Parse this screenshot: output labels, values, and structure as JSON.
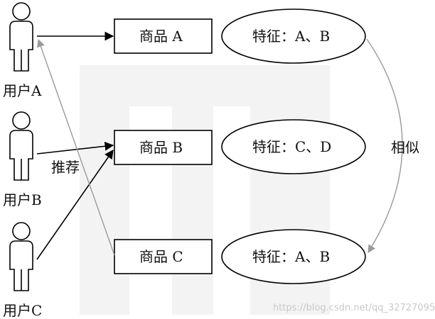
{
  "users": [
    {
      "label": "用户A"
    },
    {
      "label": "用户B"
    },
    {
      "label": "用户C"
    }
  ],
  "products": [
    {
      "label": "商品 A"
    },
    {
      "label": "商品 B"
    },
    {
      "label": "商品 C"
    }
  ],
  "features": [
    {
      "label": "特征：A、B"
    },
    {
      "label": "特征：C、D"
    },
    {
      "label": "特征：A、B"
    }
  ],
  "edges": {
    "recommend_label": "推荐",
    "similar_label": "相似"
  },
  "watermark": "https://blog.csdn.net/qq_32727095",
  "colors": {
    "stroke": "#000000",
    "recommend_line": "#9a9a9a",
    "background_block": "#f1f1f1",
    "watermark": "#c9c9c9"
  }
}
